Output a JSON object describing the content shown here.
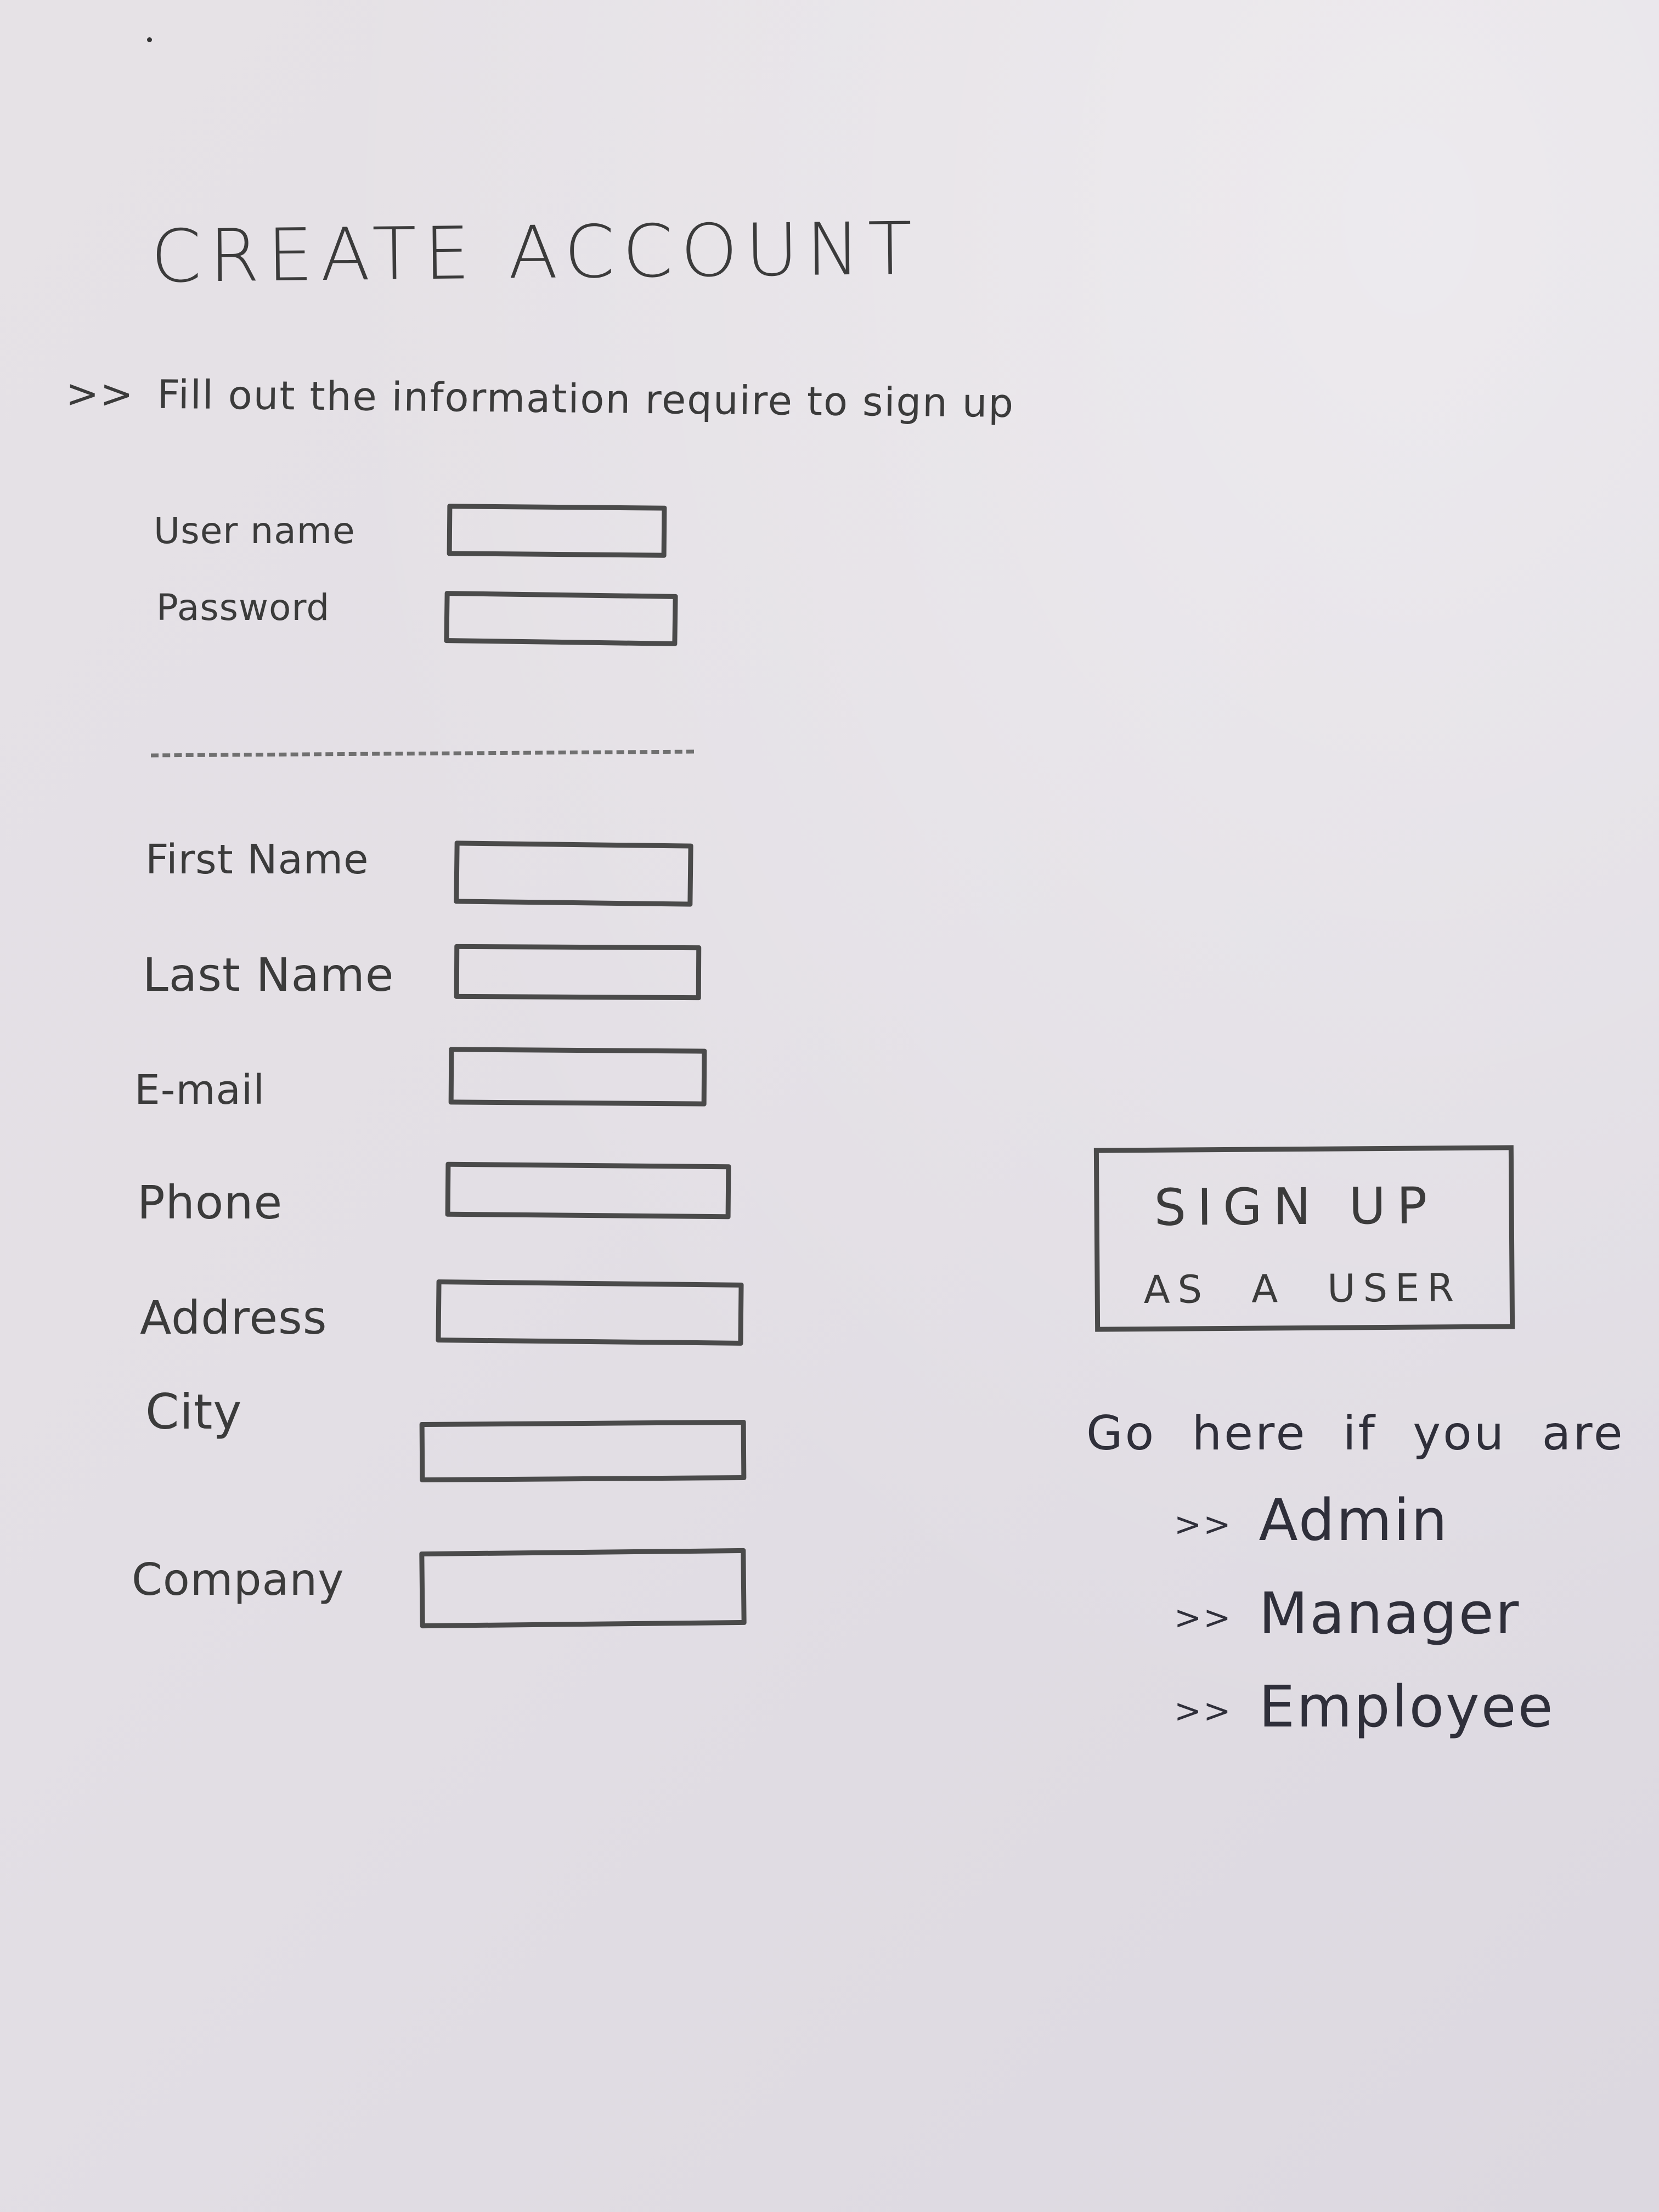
{
  "title": "CREATE ACCOUNT",
  "subtitle": {
    "arrows": ">>",
    "text": "Fill out the information require to sign up"
  },
  "fields": {
    "username": {
      "label": "User name",
      "value": ""
    },
    "password": {
      "label": "Password",
      "value": ""
    },
    "first_name": {
      "label": "First Name",
      "value": ""
    },
    "last_name": {
      "label": "Last Name",
      "value": ""
    },
    "email": {
      "label": "E-mail",
      "value": ""
    },
    "phone": {
      "label": "Phone",
      "value": ""
    },
    "address": {
      "label": "Address",
      "value": ""
    },
    "city": {
      "label": "City",
      "value": ""
    },
    "company": {
      "label": "Company",
      "value": ""
    }
  },
  "signup_button": {
    "line1": "SIGN UP",
    "line2": "AS A USER"
  },
  "roles": {
    "intro": "Go here if you are",
    "arrows": ">>",
    "items": [
      "Admin",
      "Manager",
      "Employee"
    ]
  },
  "colors": {
    "paper": "#e4e0e6",
    "pencil": "#3b3b3b",
    "ink": "#2f2f3a"
  }
}
